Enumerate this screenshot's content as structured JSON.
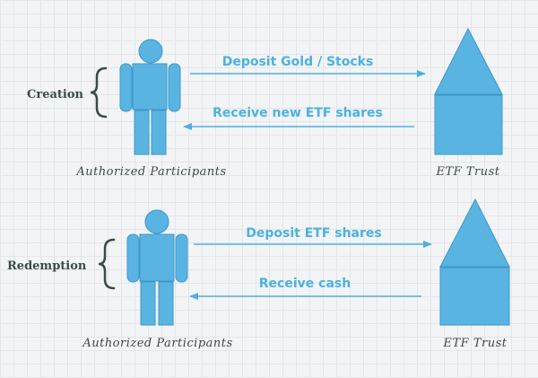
{
  "creation": {
    "label": "Creation",
    "deposit": "Deposit Gold / Stocks",
    "receive": "Receive new ETF shares",
    "participant_caption": "Authorized  Participants",
    "trust_caption": "ETF  Trust"
  },
  "redemption": {
    "label": "Redemption",
    "deposit": "Deposit ETF shares",
    "receive": "Receive cash",
    "participant_caption": "Authorized  Participants",
    "trust_caption": "ETF  Trust"
  },
  "colors": {
    "shape": "#5ab4e2",
    "arrow": "#52aee0",
    "label_text": "#3b4a45"
  }
}
